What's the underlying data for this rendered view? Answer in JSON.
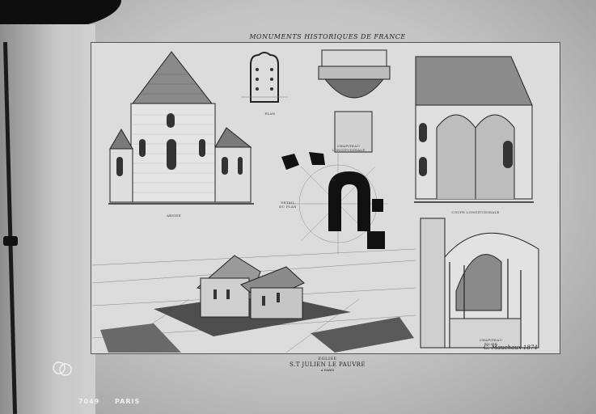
{
  "header": {
    "title": "MONUMENTS HISTORIQUES DE FRANCE"
  },
  "captions": {
    "apse": "ABSIDE",
    "plan": "PLAN",
    "capital": "CHAPITEAU LONGITUDINALE",
    "coupe_long": "COUPE LONGITUDINALE",
    "plan_detail": "DETAIL DU PLAN",
    "pilier": "CHAPITEAU PILIER"
  },
  "title_block": {
    "line1": "EGLISE",
    "line2": "S.T JULIEN LE PAUVRE",
    "line3": "A PARIS"
  },
  "signature": "G. Mauchaux 1874",
  "footer": {
    "number": "7049",
    "city": "PARIS"
  }
}
